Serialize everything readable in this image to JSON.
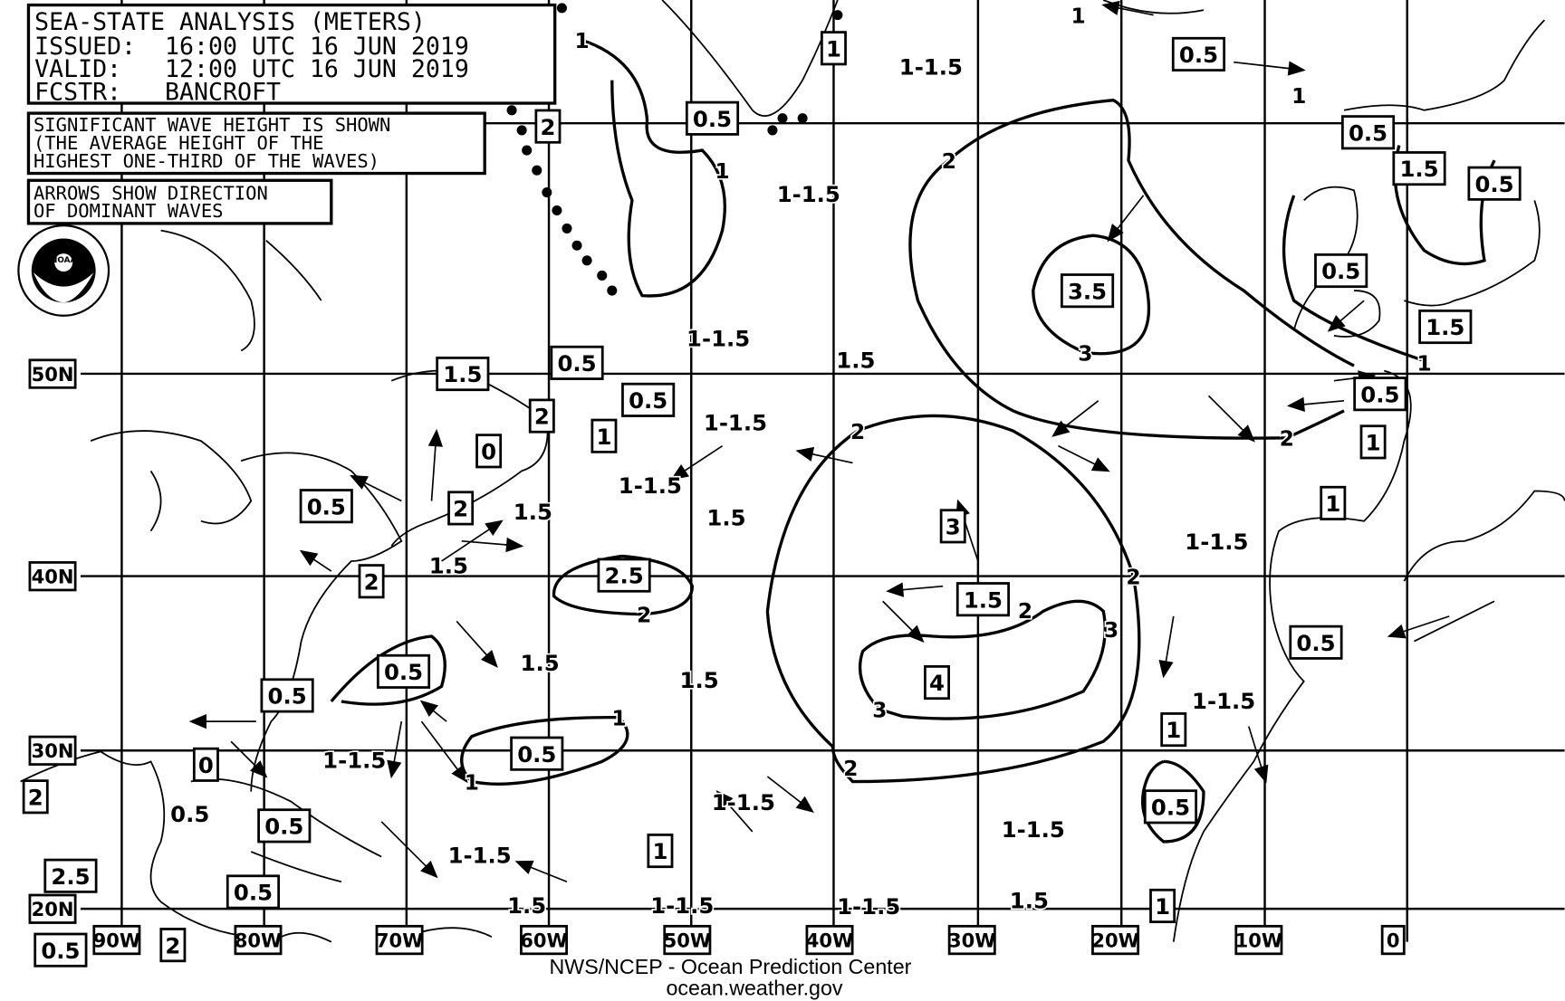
{
  "header": {
    "title": "SEA-STATE ANALYSIS (METERS)",
    "issued": "ISSUED:  16:00 UTC 16 JUN 2019",
    "valid": "VALID:   12:00 UTC 16 JUN 2019",
    "forecaster": "FCSTR:   BANCROFT"
  },
  "notes": {
    "line1": "SIGNIFICANT WAVE HEIGHT IS SHOWN",
    "line2": "(THE AVERAGE HEIGHT OF THE",
    "line3": "HIGHEST ONE-THIRD OF THE WAVES)",
    "arrows1": "ARROWS SHOW DIRECTION",
    "arrows2": "OF DOMINANT WAVES"
  },
  "logo": {
    "text": "NOAA"
  },
  "lat_labels": [
    "50N",
    "40N",
    "30N",
    "20N"
  ],
  "lon_labels": [
    "90W",
    "80W",
    "70W",
    "60W",
    "50W",
    "40W",
    "30W",
    "20W",
    "10W",
    "0"
  ],
  "boxed_heights": [
    "1",
    "0.5",
    "2",
    "0.5",
    "0.5",
    "1.5",
    "0.5",
    "3.5",
    "0.5",
    "1.5",
    "1.5",
    "0.5",
    "0.5",
    "2",
    "1",
    "0",
    "0.5",
    "1",
    "2",
    "0.5",
    "1",
    "3",
    "2.5",
    "2",
    "1.5",
    "0.5",
    "4",
    "0.5",
    "0.5",
    "1",
    "0.5",
    "0",
    "2",
    "0.5",
    "0.5",
    "1",
    "2.5",
    "0.5",
    "1",
    "2",
    "0.5"
  ],
  "area_heights": [
    "1-1.5",
    "1-1.5",
    "1-1.5",
    "1.5",
    "1-1.5",
    "1-1.5",
    "1.5",
    "1.5",
    "1.5",
    "1-1.5",
    "1.5",
    "1.5",
    "1-1.5",
    "1-1.5",
    "0.5",
    "1-1.5",
    "1-1.5",
    "1-1.5",
    "1.5",
    "1-1.5",
    "1.5",
    "1-1.5"
  ],
  "contour_labels": [
    "1",
    "1",
    "2",
    "3",
    "2",
    "2",
    "2",
    "2",
    "3",
    "3",
    "2",
    "2",
    "1",
    "1",
    "1",
    "1",
    "1"
  ],
  "footer": {
    "agency": "NWS/NCEP - Ocean Prediction Center",
    "url": "ocean.weather.gov"
  },
  "colors": {
    "ink": "#000000",
    "paper": "#ffffff"
  }
}
